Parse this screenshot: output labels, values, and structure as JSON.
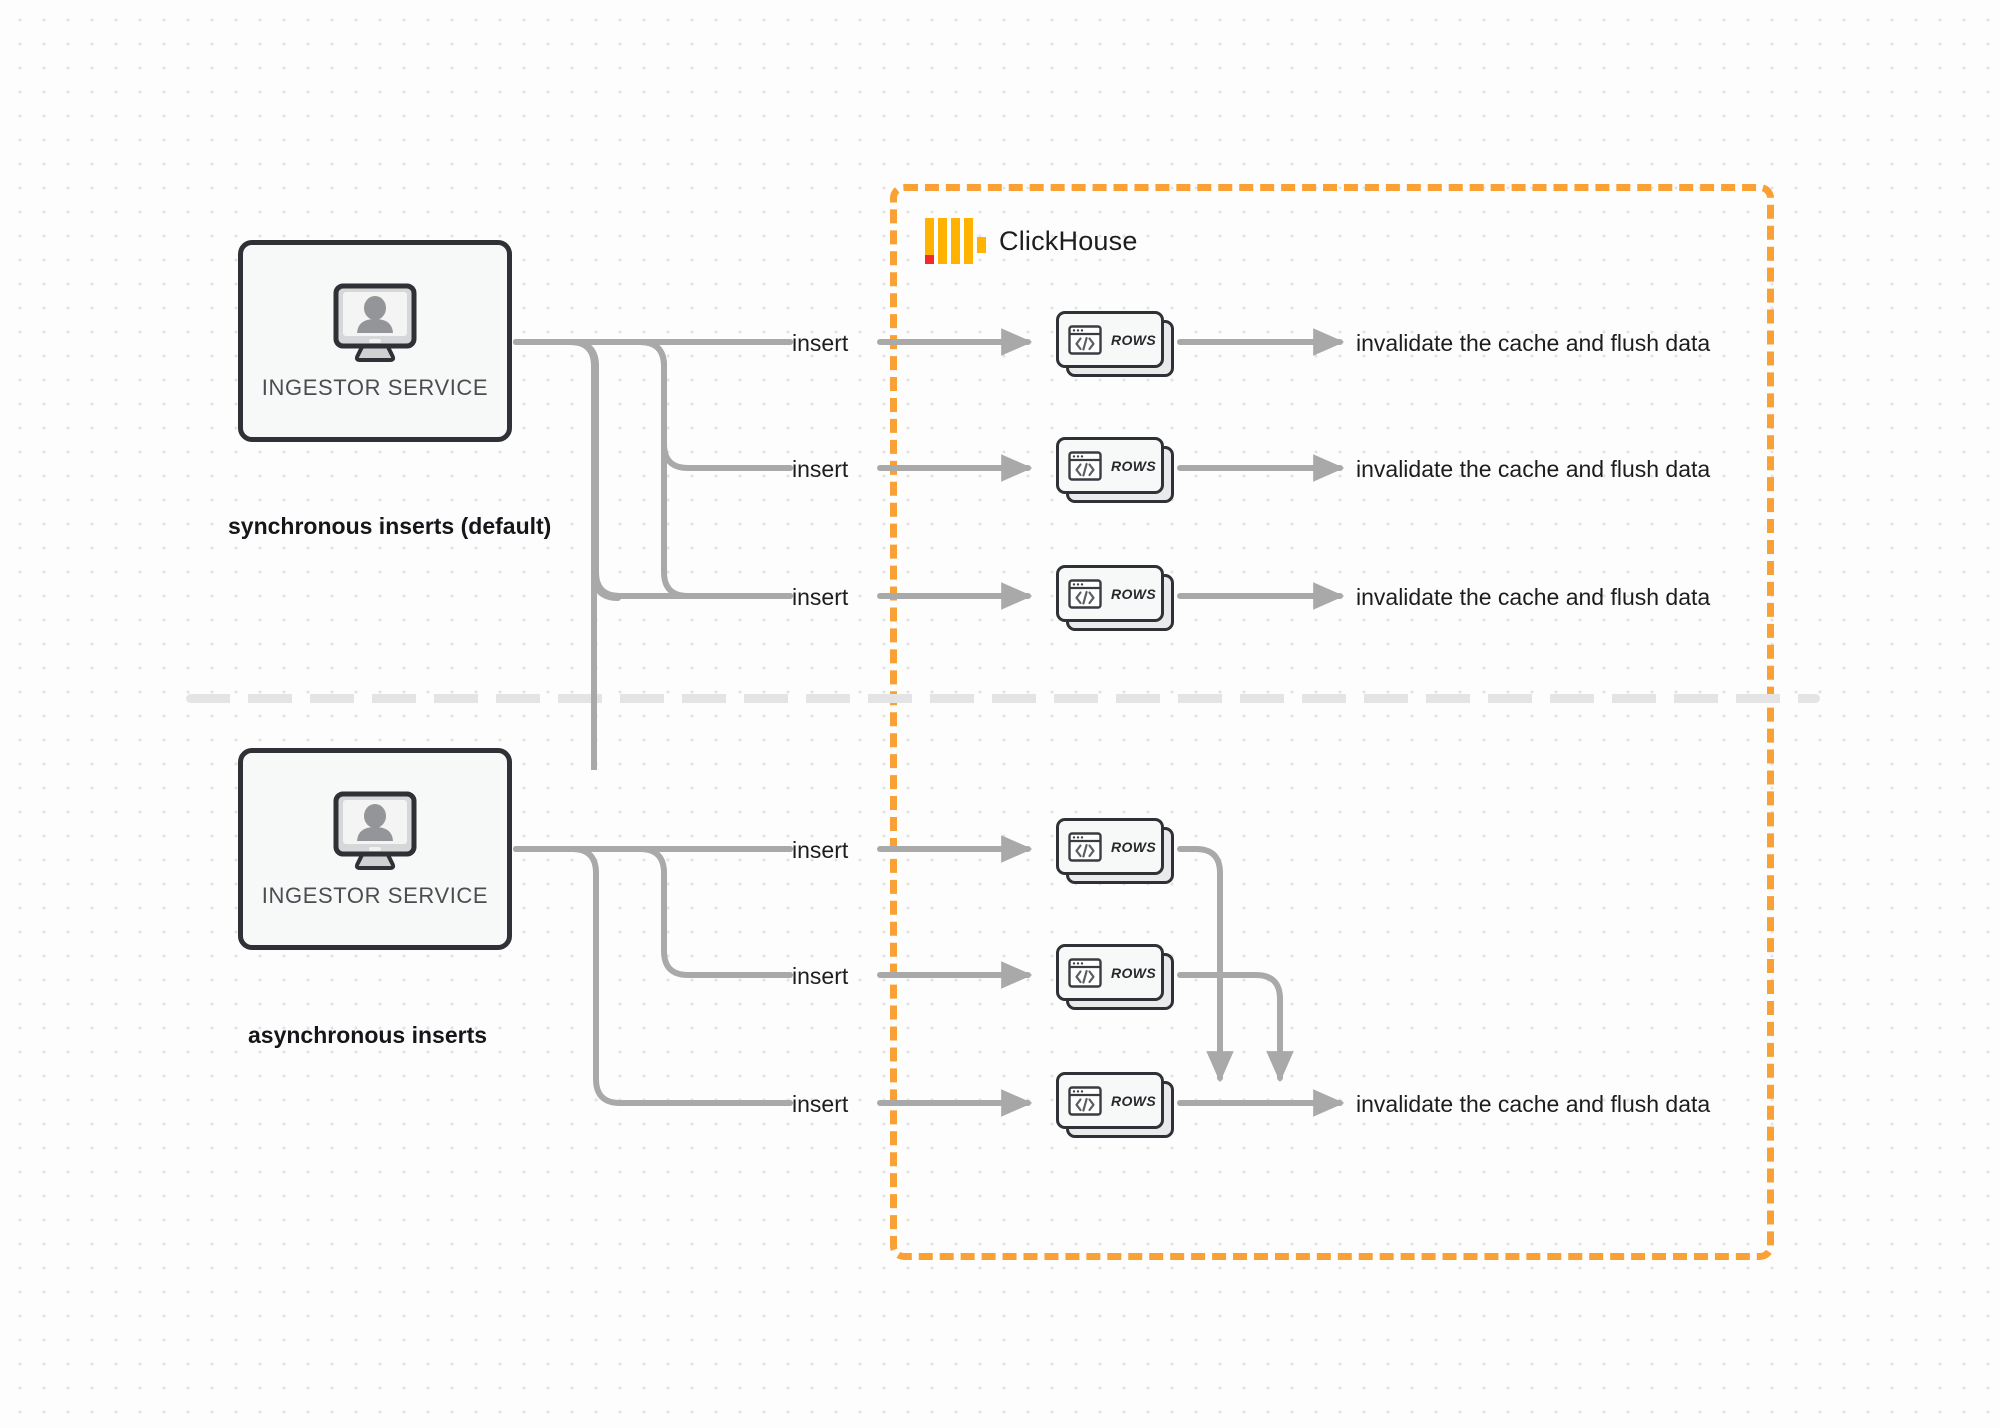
{
  "diagram": {
    "title": "ClickHouse synchronous vs asynchronous inserts",
    "background_color": "#fdfdfd",
    "dot_grid_color": "#e3e3e3"
  },
  "clickhouse_region": {
    "label": "ClickHouse",
    "border_color": "#f9a134",
    "logo": {
      "icon_name": "clickhouse-logo",
      "bar_color": "#ffb300",
      "accent_color": "#f42a2a",
      "bars": 4
    }
  },
  "sections": [
    {
      "id": "synchronous",
      "caption": "synchronous inserts (default)",
      "source": {
        "label": "INGESTOR SERVICE",
        "icon_name": "monitor-user-icon"
      },
      "flows": [
        {
          "insert_label": "insert",
          "card_label": "ROWS",
          "card_icon_name": "code-window-icon",
          "result_label": "invalidate the cache and flush data"
        },
        {
          "insert_label": "insert",
          "card_label": "ROWS",
          "card_icon_name": "code-window-icon",
          "result_label": "invalidate the cache and flush data"
        },
        {
          "insert_label": "insert",
          "card_label": "ROWS",
          "card_icon_name": "code-window-icon",
          "result_label": "invalidate the cache and flush data"
        }
      ]
    },
    {
      "id": "asynchronous",
      "caption": "asynchronous inserts",
      "source": {
        "label": "INGESTOR SERVICE",
        "icon_name": "monitor-user-icon"
      },
      "flows": [
        {
          "insert_label": "insert",
          "card_label": "ROWS",
          "card_icon_name": "code-window-icon"
        },
        {
          "insert_label": "insert",
          "card_label": "ROWS",
          "card_icon_name": "code-window-icon"
        },
        {
          "insert_label": "insert",
          "card_label": "ROWS",
          "card_icon_name": "code-window-icon"
        }
      ],
      "merged_result_label": "invalidate the cache and flush data"
    }
  ],
  "colors": {
    "wire": "#a9a9a9",
    "node_border": "#2f3136",
    "node_fill": "#f7f8f8",
    "text": "#1d1d1d",
    "divider": "#e4e4e4"
  }
}
